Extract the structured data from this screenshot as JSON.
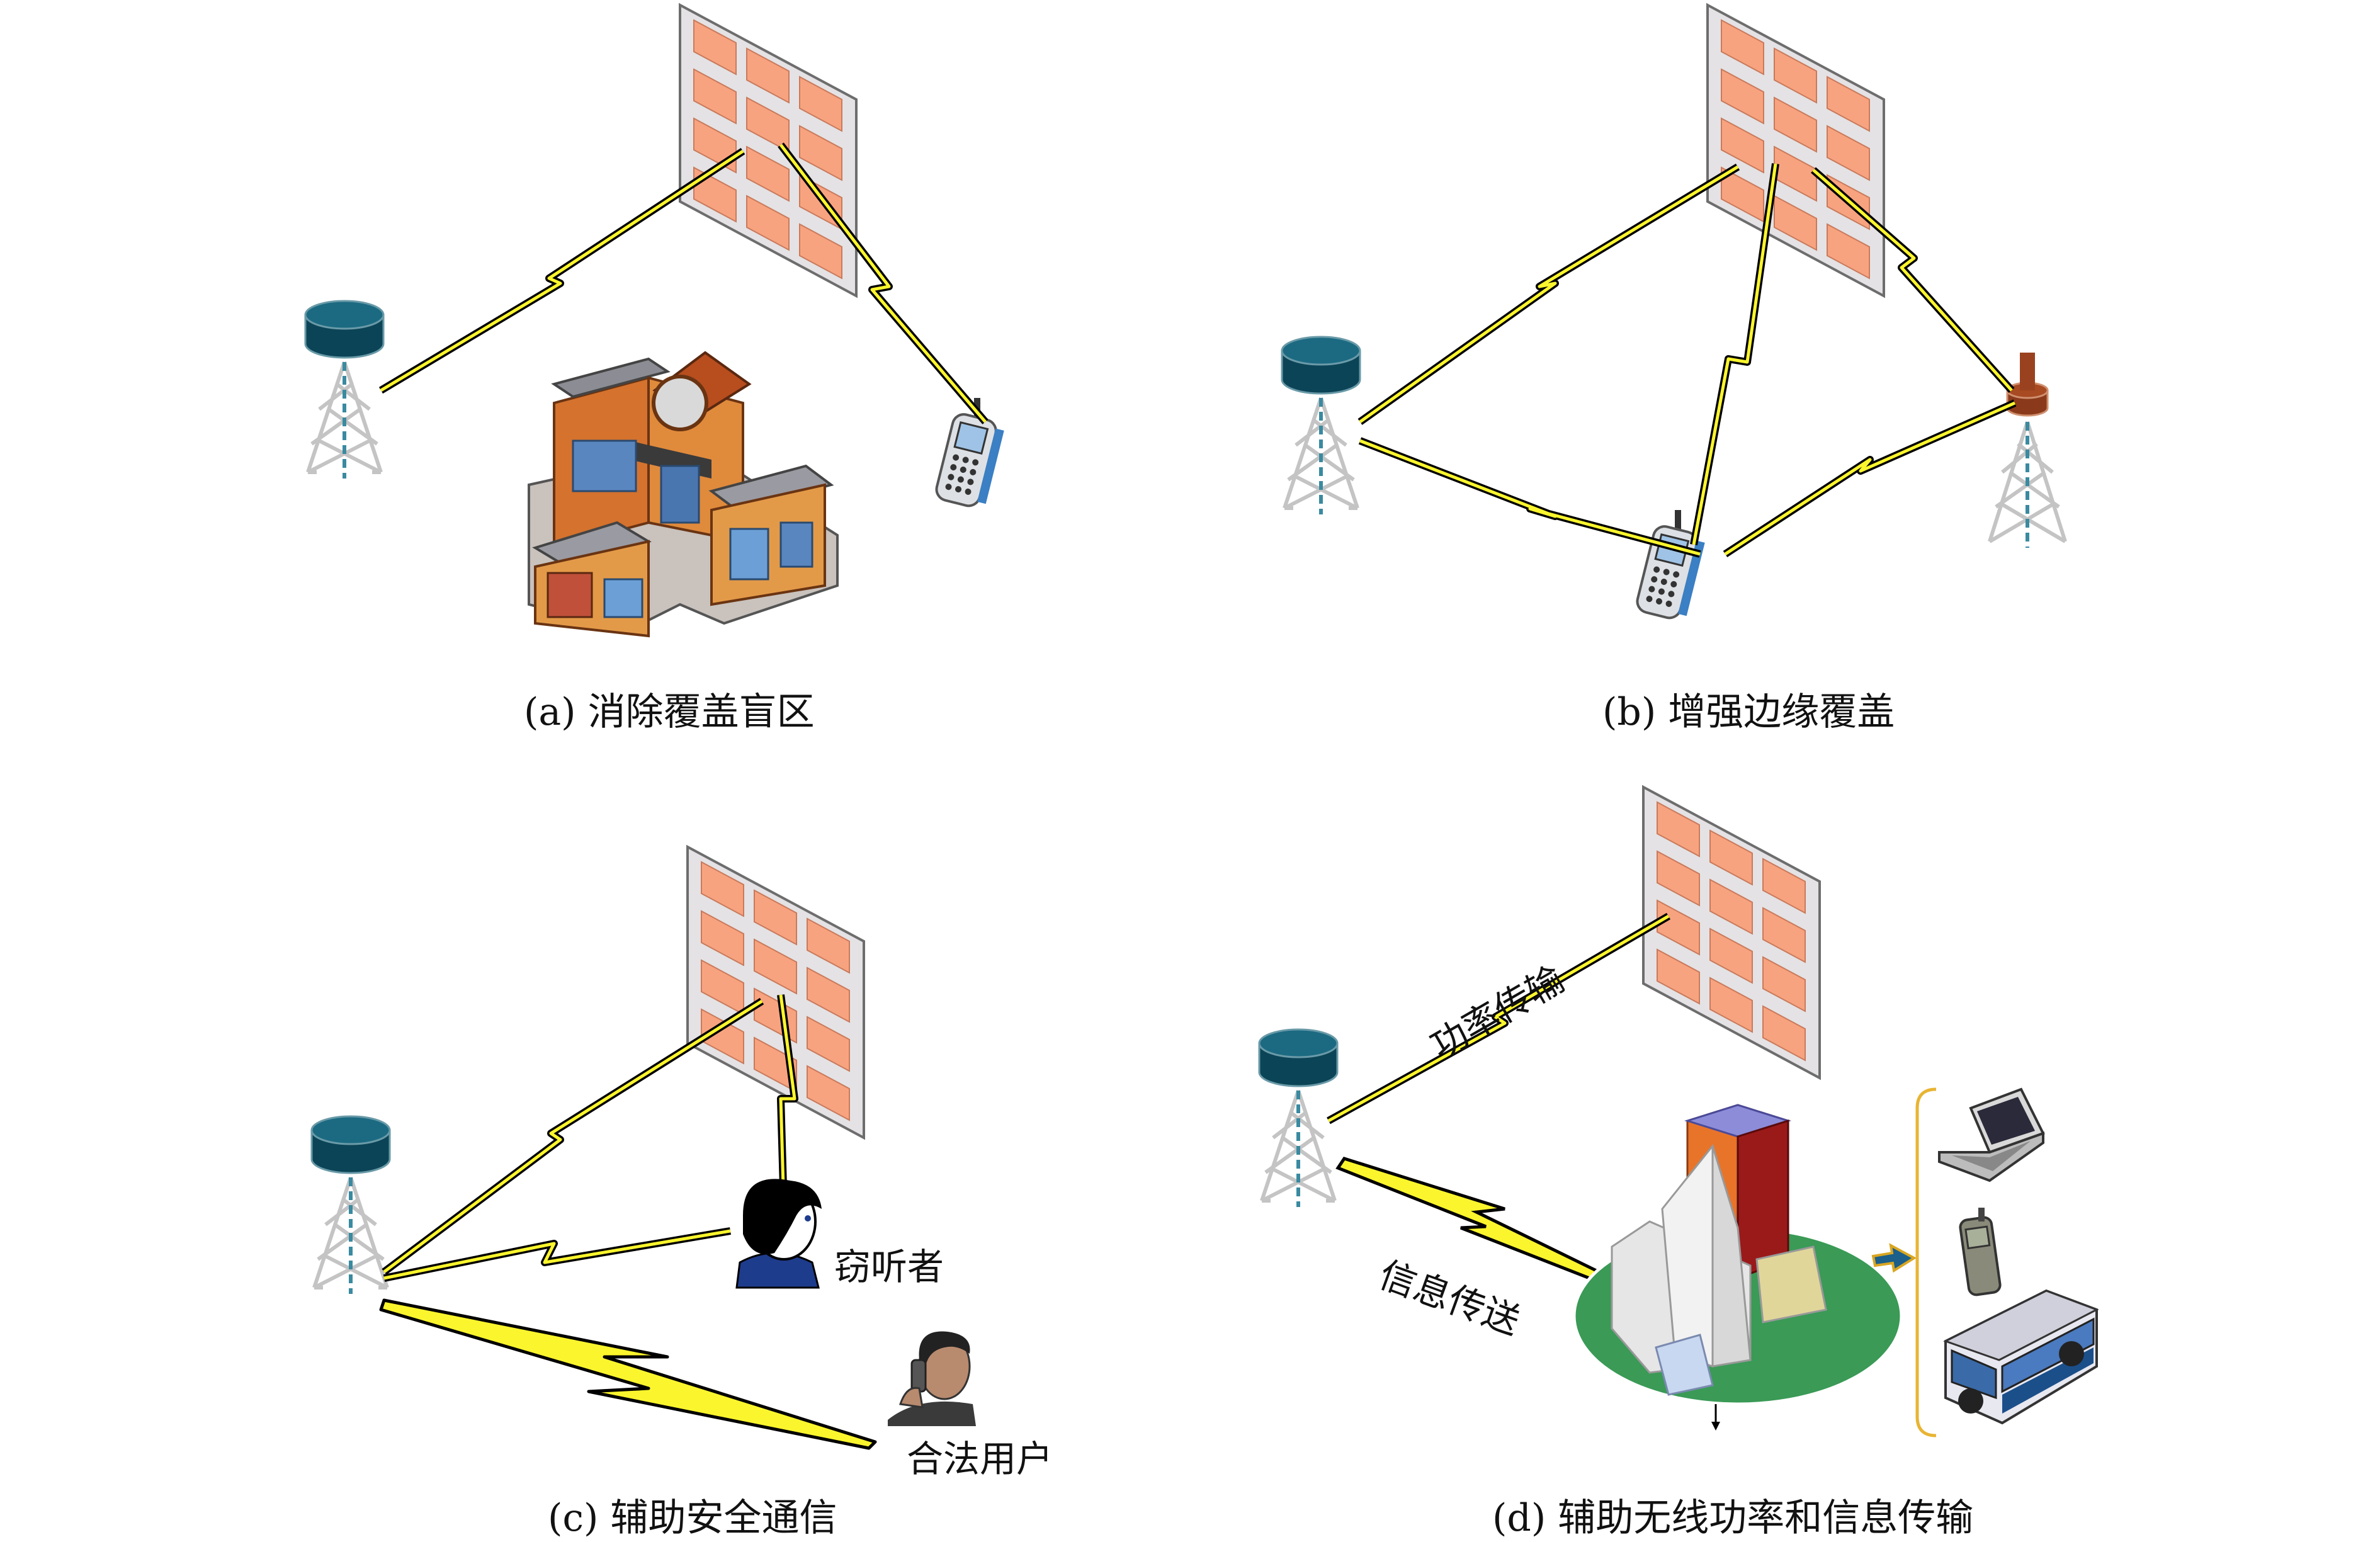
{
  "panels": {
    "a": {
      "caption": "(a) 消除覆盖盲区"
    },
    "b": {
      "caption": "(b) 增强边缘覆盖"
    },
    "c": {
      "caption": "(c) 辅助安全通信",
      "eavesdropper_label": "窃听者",
      "legit_user_label": "合法用户"
    },
    "d": {
      "caption": "(d) 辅助无线功率和信息传输",
      "power_label": "功率传输",
      "info_label": "信息传送"
    }
  },
  "colors": {
    "ris_panel": "#e3e1e3",
    "ris_element": "#f7a27f",
    "bs_disk": "#0d4f63",
    "link_bolt": "#fbf52d",
    "link_line": "#000000",
    "bracket": "#e8b433"
  },
  "icons": [
    "ris-panel-icon",
    "base-station-icon",
    "phone-icon",
    "building-icon",
    "woman-icon",
    "man-phone-icon",
    "laptop-icon",
    "bus-icon",
    "city-island-icon"
  ]
}
